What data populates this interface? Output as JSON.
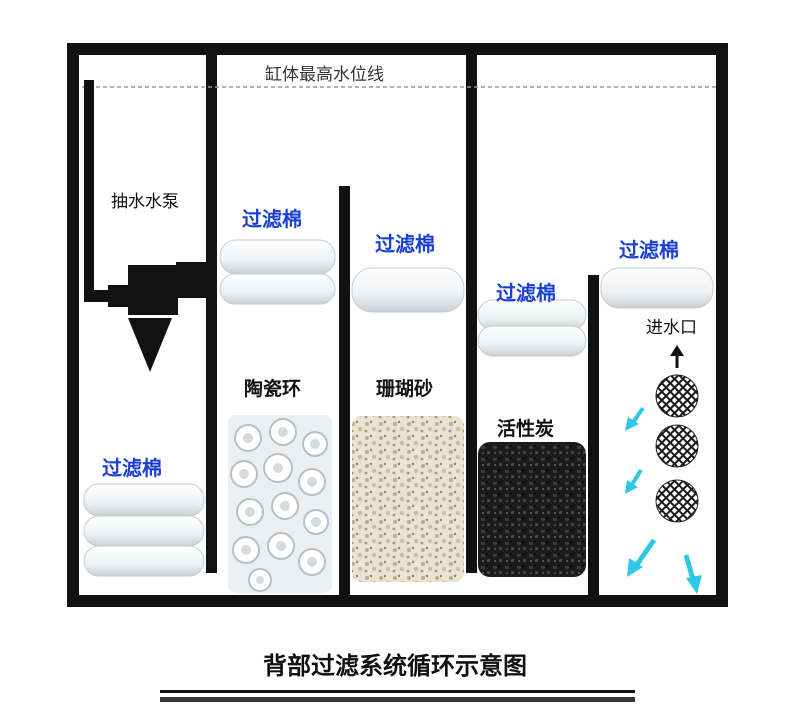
{
  "diagram": {
    "water_line_label": "缸体最高水位线",
    "pump_label": "抽水水泵",
    "inlet_label": "进水口",
    "filter_cotton_label": "过滤棉",
    "ceramic_rings_label": "陶瓷环",
    "coral_sand_label": "珊瑚砂",
    "activated_carbon_label": "活性炭",
    "caption": "背部过滤系统循环示意图"
  },
  "colors": {
    "frame": "#111111",
    "label_blue": "#1a3fd6",
    "flow_arrow": "#2ec8e6"
  }
}
